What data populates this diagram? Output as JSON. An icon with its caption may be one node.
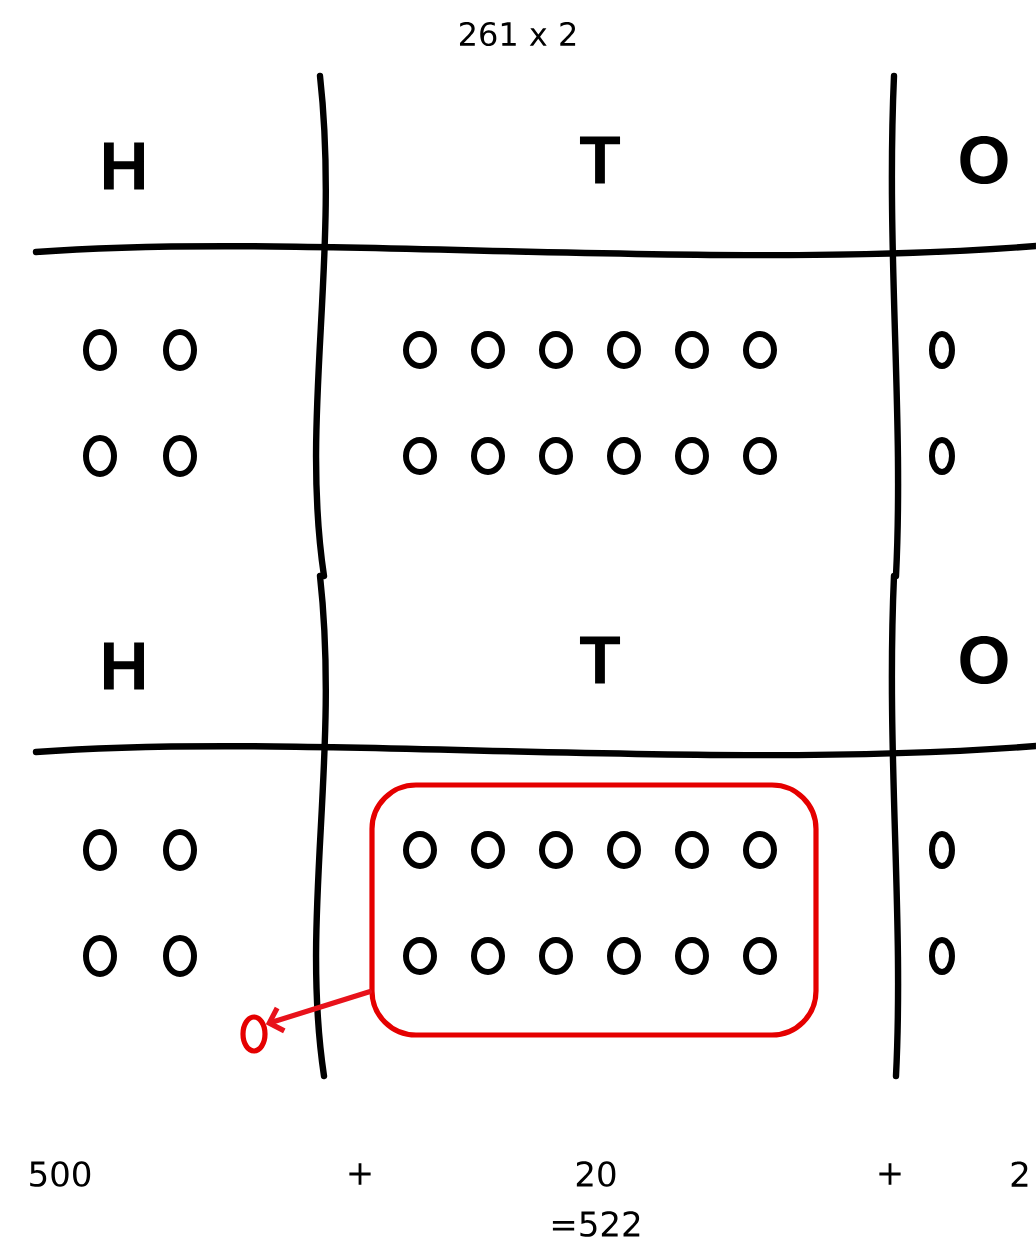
{
  "diagram": {
    "title": "261 x 2",
    "nodes": [
      {
        "text": [],
        "shape": "loop"
      },
      {
        "text": [],
        "shape": "circle"
      }
    ],
    "edges": [
      {
        "from": 0,
        "to": 1,
        "arrow": "to",
        "color": "#e8121b"
      }
    ],
    "labels": [
      "H",
      "T",
      "O",
      "H",
      "T",
      "O",
      "500",
      "+",
      "20",
      "+",
      "2",
      "=522"
    ]
  }
}
